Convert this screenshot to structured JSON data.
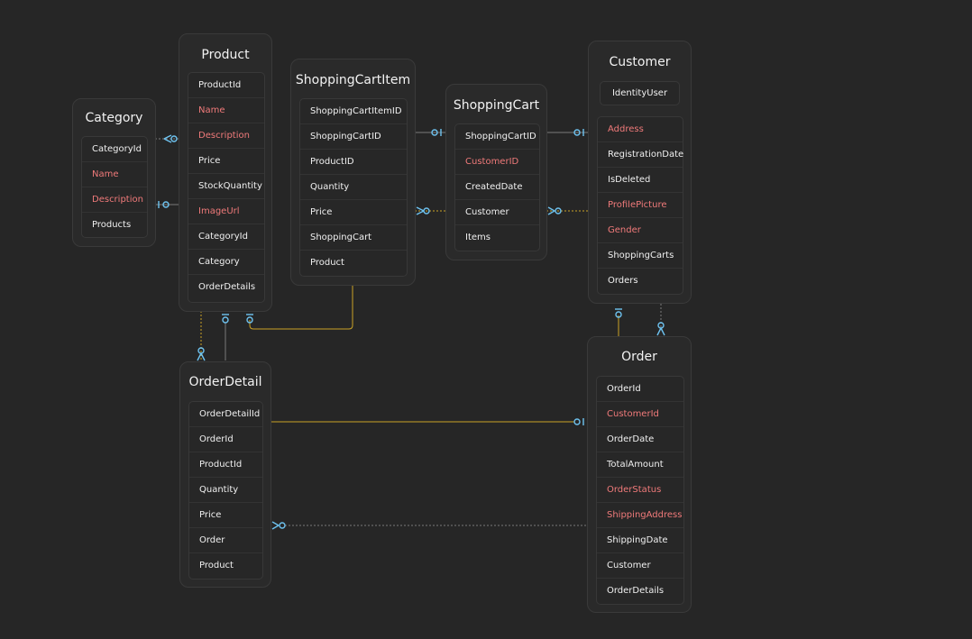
{
  "colors": {
    "background": "#262626",
    "normal_field": "#f0f0f0",
    "required_field": "#f07a7a",
    "relation_gold": "#c9a227",
    "relation_gray": "#7a7a7a",
    "cardinality_marker": "#6ec3f0"
  },
  "entities": [
    {
      "id": "category",
      "title": "Category",
      "fields": [
        {
          "name": "CategoryId",
          "required": false
        },
        {
          "name": "Name",
          "required": true
        },
        {
          "name": "Description",
          "required": true
        },
        {
          "name": "Products",
          "required": false
        }
      ]
    },
    {
      "id": "product",
      "title": "Product",
      "fields": [
        {
          "name": "ProductId",
          "required": false
        },
        {
          "name": "Name",
          "required": true
        },
        {
          "name": "Description",
          "required": true
        },
        {
          "name": "Price",
          "required": false
        },
        {
          "name": "StockQuantity",
          "required": false
        },
        {
          "name": "ImageUrl",
          "required": true
        },
        {
          "name": "CategoryId",
          "required": false
        },
        {
          "name": "Category",
          "required": false
        },
        {
          "name": "OrderDetails",
          "required": false
        }
      ]
    },
    {
      "id": "shoppingcartitem",
      "title": "ShoppingCartItem",
      "fields": [
        {
          "name": "ShoppingCartItemID",
          "required": false
        },
        {
          "name": "ShoppingCartID",
          "required": false
        },
        {
          "name": "ProductID",
          "required": false
        },
        {
          "name": "Quantity",
          "required": false
        },
        {
          "name": "Price",
          "required": false
        },
        {
          "name": "ShoppingCart",
          "required": false
        },
        {
          "name": "Product",
          "required": false
        }
      ]
    },
    {
      "id": "shoppingcart",
      "title": "ShoppingCart",
      "fields": [
        {
          "name": "ShoppingCartID",
          "required": false
        },
        {
          "name": "CustomerID",
          "required": true
        },
        {
          "name": "CreatedDate",
          "required": false
        },
        {
          "name": "Customer",
          "required": false
        },
        {
          "name": "Items",
          "required": false
        }
      ]
    },
    {
      "id": "customer",
      "title": "Customer",
      "base": "IdentityUser",
      "fields": [
        {
          "name": "Address",
          "required": true
        },
        {
          "name": "RegistrationDate",
          "required": false
        },
        {
          "name": "IsDeleted",
          "required": false
        },
        {
          "name": "ProfilePicture",
          "required": true
        },
        {
          "name": "Gender",
          "required": true
        },
        {
          "name": "ShoppingCarts",
          "required": false
        },
        {
          "name": "Orders",
          "required": false
        }
      ]
    },
    {
      "id": "orderdetail",
      "title": "OrderDetail",
      "fields": [
        {
          "name": "OrderDetailId",
          "required": false
        },
        {
          "name": "OrderId",
          "required": false
        },
        {
          "name": "ProductId",
          "required": false
        },
        {
          "name": "Quantity",
          "required": false
        },
        {
          "name": "Price",
          "required": false
        },
        {
          "name": "Order",
          "required": false
        },
        {
          "name": "Product",
          "required": false
        }
      ]
    },
    {
      "id": "order",
      "title": "Order",
      "fields": [
        {
          "name": "OrderId",
          "required": false
        },
        {
          "name": "CustomerId",
          "required": true
        },
        {
          "name": "OrderDate",
          "required": false
        },
        {
          "name": "TotalAmount",
          "required": false
        },
        {
          "name": "OrderStatus",
          "required": true
        },
        {
          "name": "ShippingAddress",
          "required": true
        },
        {
          "name": "ShippingDate",
          "required": false
        },
        {
          "name": "Customer",
          "required": false
        },
        {
          "name": "OrderDetails",
          "required": false
        }
      ]
    }
  ],
  "relationships": [
    {
      "from": "category",
      "to": "product",
      "from_cardinality": "zero-or-one",
      "to_cardinality": "zero-or-many",
      "style": "gray-dashed"
    },
    {
      "from": "product",
      "to": "shoppingcartitem",
      "from_cardinality": "zero-or-one",
      "to_cardinality": "many",
      "style": "gold"
    },
    {
      "from": "product",
      "to": "orderdetail",
      "from_cardinality": "zero-or-one",
      "to_cardinality": "zero-or-many",
      "style": "gold-dashed"
    },
    {
      "from": "product",
      "to": "orderdetail",
      "from_cardinality": "zero-or-one",
      "to_cardinality": "many",
      "style": "gray"
    },
    {
      "from": "shoppingcart",
      "to": "shoppingcartitem",
      "from_cardinality": "zero-or-one",
      "to_cardinality": "zero-or-many",
      "style": "gold-dashed"
    },
    {
      "from": "customer",
      "to": "shoppingcart",
      "from_cardinality": "zero-or-one",
      "to_cardinality": "zero-or-many",
      "style": "gold-dashed"
    },
    {
      "from": "customer",
      "to": "order",
      "from_cardinality": "zero-or-one",
      "to_cardinality": "many",
      "style": "gold"
    },
    {
      "from": "customer",
      "to": "order",
      "from_cardinality": "one",
      "to_cardinality": "zero-or-many",
      "style": "gray-dashed"
    },
    {
      "from": "order",
      "to": "orderdetail",
      "from_cardinality": "zero-or-one",
      "to_cardinality": "many",
      "style": "gold"
    },
    {
      "from": "order",
      "to": "orderdetail",
      "from_cardinality": "one",
      "to_cardinality": "zero-or-many",
      "style": "gray-dashed"
    }
  ]
}
